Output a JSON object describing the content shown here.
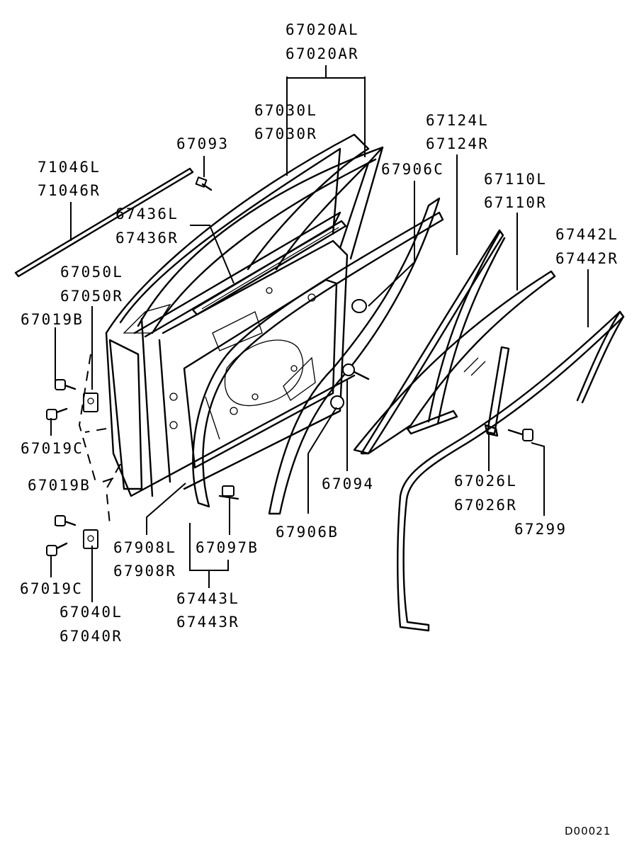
{
  "labels": {
    "p67020AL": "67020AL",
    "p67020AR": "67020AR",
    "p67030L": "67030L",
    "p67030R": "67030R",
    "p67093": "67093",
    "p71046L": "71046L",
    "p71046R": "71046R",
    "p67436L": "67436L",
    "p67436R": "67436R",
    "p67906C": "67906C",
    "p67124L": "67124L",
    "p67124R": "67124R",
    "p67110L": "67110L",
    "p67110R": "67110R",
    "p67442L": "67442L",
    "p67442R": "67442R",
    "p67050L": "67050L",
    "p67050R": "67050R",
    "p67019B_top": "67019B",
    "p67019C_top": "67019C",
    "p67019B_bot": "67019B",
    "p67019C_bot": "67019C",
    "p67094": "67094",
    "p67026L": "67026L",
    "p67026R": "67026R",
    "p67299": "67299",
    "p67906B": "67906B",
    "p67908L": "67908L",
    "p67908R": "67908R",
    "p67097B": "67097B",
    "p67443L": "67443L",
    "p67443R": "67443R",
    "p67040L": "67040L",
    "p67040R": "67040R"
  },
  "diagram_code": "D00021"
}
